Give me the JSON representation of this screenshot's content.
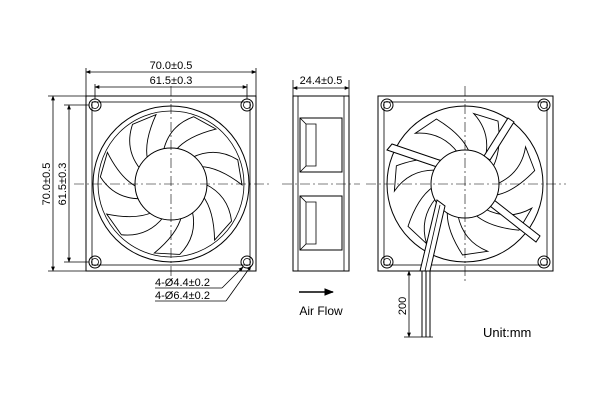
{
  "front_view": {
    "width_outer": "70.0±0.5",
    "width_holes": "61.5±0.3",
    "height_outer": "70.0±0.5",
    "height_holes": "61.5±0.3",
    "hole_inner": "4-Ø4.4±0.2",
    "hole_outer": "4-Ø6.4±0.2"
  },
  "side_view": {
    "thickness": "24.4±0.5",
    "airflow_label": "Air Flow"
  },
  "rear_view": {
    "lead_length": "200"
  },
  "unit_label": "Unit:mm"
}
